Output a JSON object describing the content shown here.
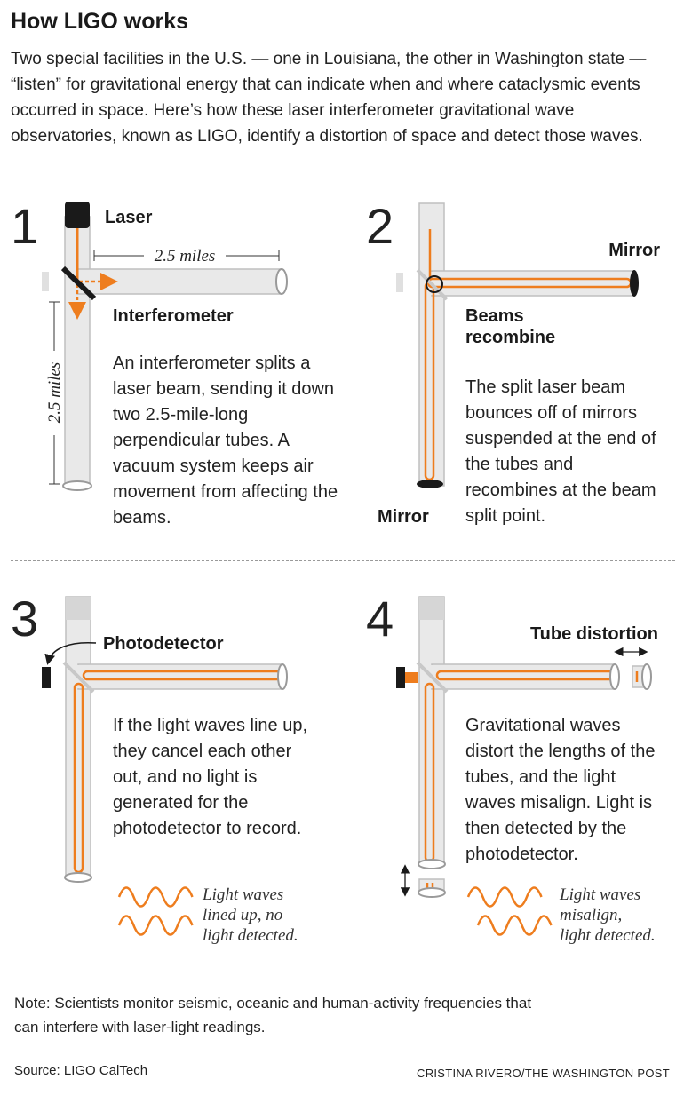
{
  "title": "How LIGO works",
  "intro": "Two special facilities in the U.S. — one in Louisiana, the other in Washington state — “listen” for gravitational energy that can indicate when and where cataclysmic events occurred in space. Here’s how these laser interferometer gravitational wave observatories, known as LIGO, identify a distortion of space and detect those waves.",
  "colors": {
    "beam": "#ee7d1e",
    "tube": "#e9e9e9",
    "tube_edge": "#bfbfbf",
    "dark": "#1a1a1a"
  },
  "steps": [
    {
      "number": "1",
      "labels": {
        "laser": "Laser",
        "interferometer": "Interferometer",
        "h_distance": "2.5 miles",
        "v_distance": "2.5 miles"
      },
      "text": "An interferometer splits a laser beam, sending it down two 2.5-mile-long perpendicular tubes. A vacuum system keeps air movement from affecting the beams."
    },
    {
      "number": "2",
      "labels": {
        "mirror_right": "Mirror",
        "mirror_bottom": "Mirror",
        "recombine_1": "Beams",
        "recombine_2": "recombine"
      },
      "text": "The split laser beam bounces off of mirrors suspended at the end of the tubes and recombines at the beam split point."
    },
    {
      "number": "3",
      "labels": {
        "photodetector": "Photodetector",
        "wave_1": "Light waves",
        "wave_2": "lined up, no",
        "wave_3": "light detected."
      },
      "text": "If the light waves line up, they cancel each other out, and no light is generated for the photodetector to record."
    },
    {
      "number": "4",
      "labels": {
        "distortion": "Tube distortion",
        "wave_1": "Light waves",
        "wave_2": "misalign,",
        "wave_3": "light detected."
      },
      "text": "Gravitational waves distort the lengths of the tubes, and the light waves misalign. Light is then detected by the photodetector."
    }
  ],
  "note": "Note: Scientists monitor seismic, oceanic and human-activity frequencies that can interfere with laser-light readings.",
  "source": "Source: LIGO CalTech",
  "credit": "CRISTINA RIVERO/THE WASHINGTON POST"
}
